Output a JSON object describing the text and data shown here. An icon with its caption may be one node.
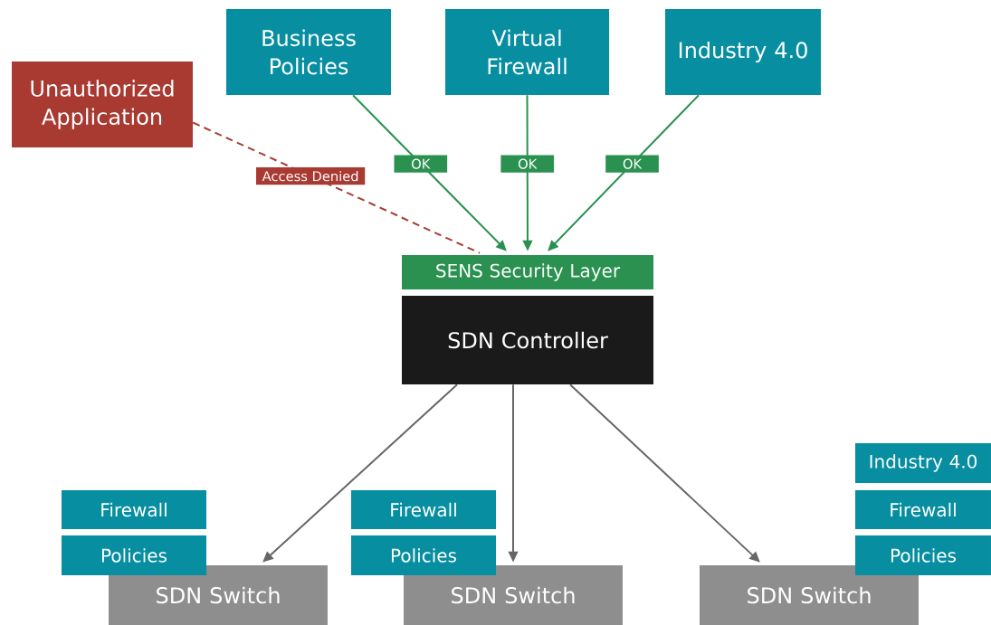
{
  "diagram": {
    "nodes": [
      {
        "text": [
          "Business Policies"
        ]
      },
      {
        "text": [
          "Virtual Firewall"
        ]
      },
      {
        "text": [
          "Industry 4.0"
        ]
      },
      {
        "text": [
          "Unauthorized Application"
        ]
      },
      {
        "text": [
          "SENS Security Layer"
        ]
      },
      {
        "text": [
          "SDN Controller"
        ]
      },
      {
        "text": [
          "SDN Switch"
        ]
      },
      {
        "text": [
          "SDN Switch"
        ]
      },
      {
        "text": [
          "SDN Switch"
        ]
      },
      {
        "text": [
          "Firewall"
        ]
      },
      {
        "text": [
          "Policies"
        ]
      },
      {
        "text": [
          "Firewall"
        ]
      },
      {
        "text": [
          "Policies"
        ]
      },
      {
        "text": [
          "Industry 4.0"
        ]
      },
      {
        "text": [
          "Firewall"
        ]
      },
      {
        "text": [
          "Policies"
        ]
      }
    ],
    "edges": [
      {
        "from": 0,
        "to": 4,
        "arrow": "to",
        "label": "OK",
        "color": "#2a9150"
      },
      {
        "from": 1,
        "to": 4,
        "arrow": "to",
        "label": "OK",
        "color": "#2a9150"
      },
      {
        "from": 2,
        "to": 4,
        "arrow": "to",
        "label": "OK",
        "color": "#2a9150"
      },
      {
        "from": 3,
        "to": 4,
        "arrow": "none",
        "label": "Access Denied",
        "style": "dashed",
        "color": "#a83a32"
      },
      {
        "from": 5,
        "to": 6,
        "arrow": "to",
        "color": "#666666"
      },
      {
        "from": 5,
        "to": 7,
        "arrow": "to",
        "color": "#666666"
      },
      {
        "from": 5,
        "to": 8,
        "arrow": "to",
        "color": "#666666"
      }
    ]
  }
}
